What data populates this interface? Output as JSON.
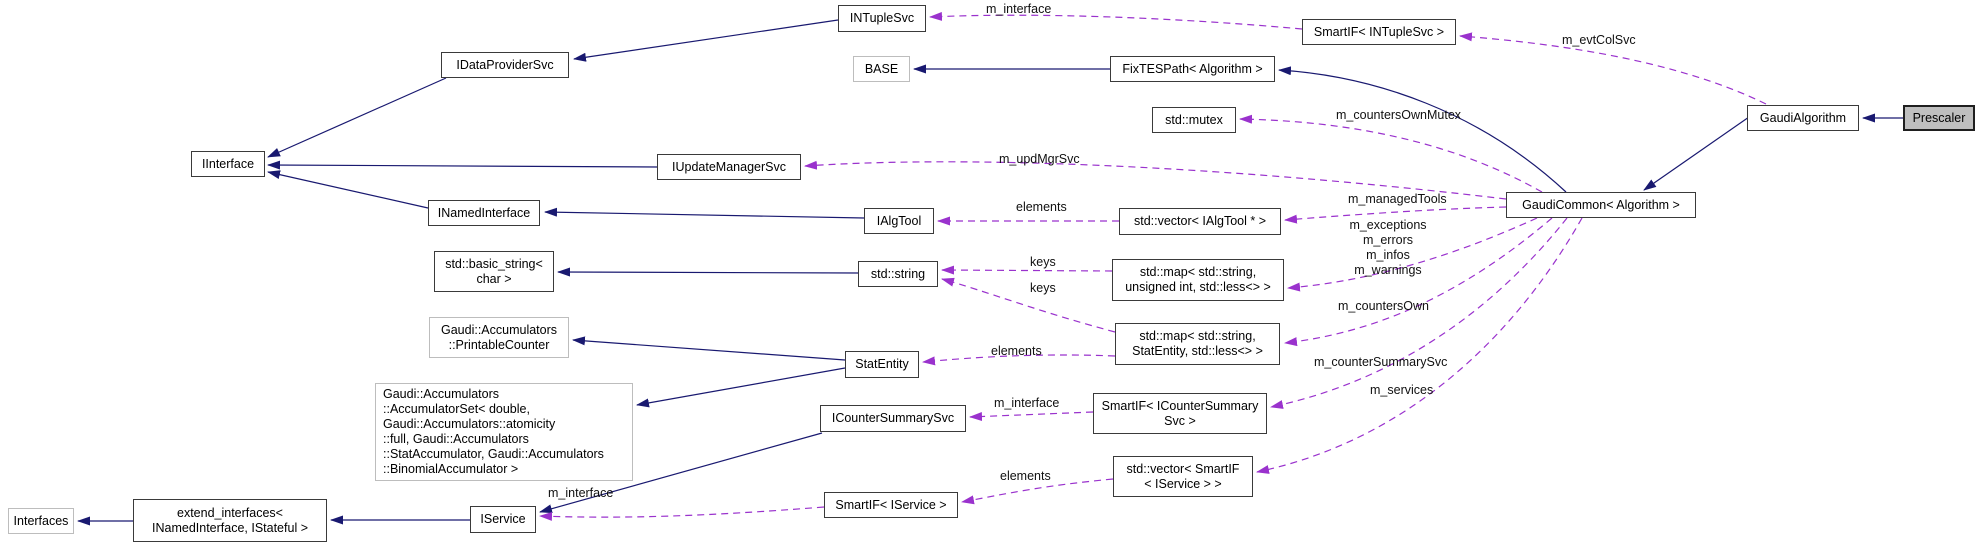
{
  "diagram": {
    "title": "Prescaler collaboration diagram",
    "colors": {
      "inheritance_edge": "#191970",
      "usage_edge": "#9a32cd",
      "node_background": "#ffffff",
      "node_border": "#3a3a3a",
      "external_node_border": "#bdbdbd",
      "current_node_background": "#bfbfbf"
    },
    "nodes": {
      "intuplesvc": {
        "label": "INTupleSvc"
      },
      "smartif_intuplesvc": {
        "label": "SmartIF< INTupleSvc >"
      },
      "idataprovidersvc": {
        "label": "IDataProviderSvc"
      },
      "base": {
        "label": "BASE"
      },
      "fixtespath": {
        "label": "FixTESPath< Algorithm >"
      },
      "stdmutex": {
        "label": "std::mutex"
      },
      "gaudialgorithm": {
        "label": "GaudiAlgorithm"
      },
      "prescaler": {
        "label": "Prescaler"
      },
      "iinterface": {
        "label": "IInterface"
      },
      "iupdatemanagersvc": {
        "label": "IUpdateManagerSvc"
      },
      "inamedinterface": {
        "label": "INamedInterface"
      },
      "ialgtool": {
        "label": "IAlgTool"
      },
      "vector_ialgtool": {
        "label": "std::vector< IAlgTool * >"
      },
      "gaudicommon": {
        "label": "GaudiCommon< Algorithm >"
      },
      "basic_string": {
        "label": "std::basic_string<\nchar >"
      },
      "stdstring": {
        "label": "std::string"
      },
      "map_uint": {
        "label": "std::map< std::string,\nunsigned int, std::less<> >"
      },
      "map_statentity": {
        "label": "std::map< std::string,\nStatEntity, std::less<> >"
      },
      "printablecounter": {
        "label": "Gaudi::Accumulators\n::PrintableCounter"
      },
      "statentity": {
        "label": "StatEntity"
      },
      "accumulatorset": {
        "label": "Gaudi::Accumulators\n::AccumulatorSet< double,\n Gaudi::Accumulators::atomicity\n::full, Gaudi::Accumulators\n::StatAccumulator, Gaudi::Accumulators\n::BinomialAccumulator >"
      },
      "icountersummarysvc": {
        "label": "ICounterSummarySvc"
      },
      "smartif_icountersummary": {
        "label": "SmartIF< ICounterSummary\nSvc >"
      },
      "vector_smartif_iservice": {
        "label": "std::vector< SmartIF\n< IService > >"
      },
      "interfaces": {
        "label": "Interfaces"
      },
      "extend_interfaces": {
        "label": "extend_interfaces<\nINamedInterface, IStateful >"
      },
      "iservice": {
        "label": "IService"
      },
      "smartif_iservice": {
        "label": "SmartIF< IService >"
      }
    },
    "edge_labels": {
      "m_interface_top": "m_interface",
      "m_evtcolsvc": "m_evtColSvc",
      "m_countersownmutex": "m_countersOwnMutex",
      "m_updmgrsvc": "m_updMgrSvc",
      "m_managedtools": "m_managedTools",
      "elements_algtool": "elements",
      "m_flags": "m_exceptions\nm_errors\nm_infos\nm_warnings",
      "keys1": "keys",
      "keys2": "keys",
      "m_countersown": "m_countersOwn",
      "elements_statentity": "elements",
      "m_countersummarysvc": "m_counterSummarySvc",
      "m_interface_mid": "m_interface",
      "m_services": "m_services",
      "elements_iservice": "elements",
      "m_interface_bottom": "m_interface"
    }
  }
}
